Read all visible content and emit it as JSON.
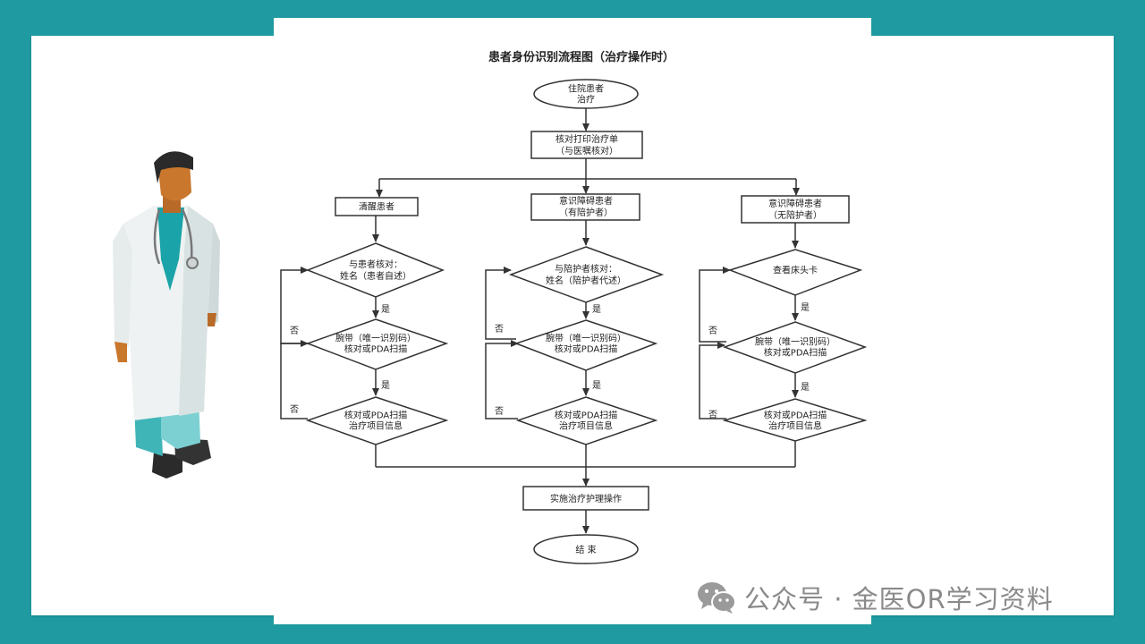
{
  "colors": {
    "background": "#1e9aa0",
    "card": "#ffffff",
    "line": "#333333",
    "watermark": "#8a8a8a"
  },
  "flow": {
    "title": "患者身份识别流程图（治疗操作时）",
    "start": [
      "住院患者",
      "治疗"
    ],
    "verify_order": [
      "核对打印治疗单",
      "（与医嘱核对）"
    ],
    "branch_left": {
      "label": [
        "清醒患者"
      ],
      "check": [
        "与患者核对：",
        "姓名（患者自述）"
      ],
      "band": [
        "腕带（唯一识别码）",
        "核对或PDA扫描"
      ],
      "info": [
        "核对或PDA扫描",
        "治疗项目信息"
      ]
    },
    "branch_mid": {
      "label": [
        "意识障碍患者",
        "（有陪护者）"
      ],
      "check": [
        "与陪护者核对：",
        "姓名（陪护者代述）"
      ],
      "band": [
        "腕带（唯一识别码）",
        "核对或PDA扫描"
      ],
      "info": [
        "核对或PDA扫描",
        "治疗项目信息"
      ]
    },
    "branch_right": {
      "label": [
        "意识障碍患者",
        "（无陪护者）"
      ],
      "check": [
        "查看床头卡"
      ],
      "band": [
        "腕带（唯一识别码）",
        "核对或PDA扫描"
      ],
      "info": [
        "核对或PDA扫描",
        "治疗项目信息"
      ]
    },
    "yes": "是",
    "no": "否",
    "execute": "实施治疗护理操作",
    "end": "结 束"
  },
  "watermark": {
    "text": "公众号 · 金医OR学习资料",
    "icon": "wechat-icon"
  }
}
